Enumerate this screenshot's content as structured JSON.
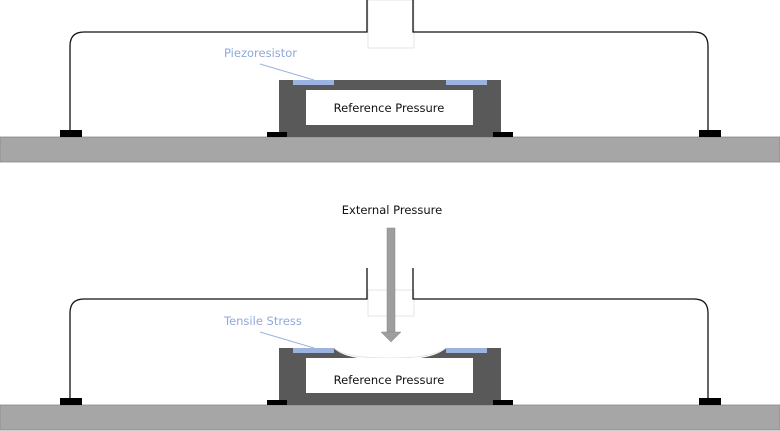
{
  "top_diagram": {
    "piezoresistor_label": "Piezoresistor",
    "cavity_label": "Reference Pressure"
  },
  "bottom_diagram": {
    "external_pressure_label": "External Pressure",
    "tensile_stress_label": "Tensile Stress",
    "cavity_label": "Reference Pressure"
  },
  "colors": {
    "substrate": "#a6a6a6",
    "package": "#595959",
    "piezoresistor": "#9cb3e0",
    "label_blue": "#8fa8dc",
    "arrow": "#9e9e9e",
    "pad": "#000000"
  }
}
